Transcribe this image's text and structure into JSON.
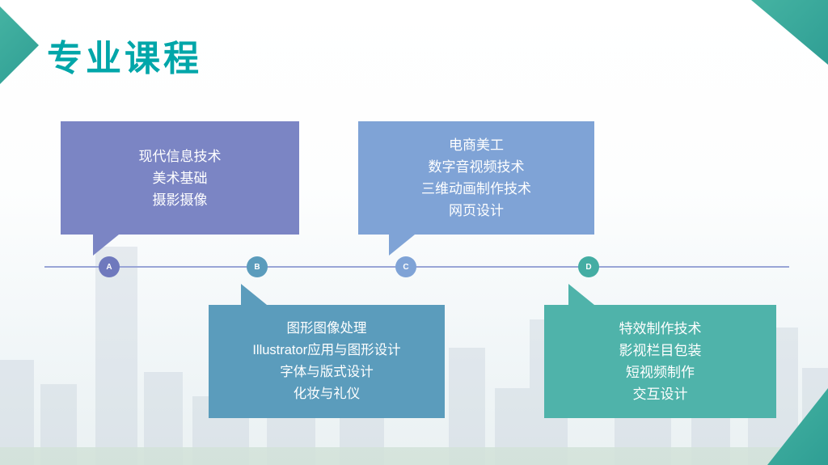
{
  "slide": {
    "title": "专业课程"
  },
  "colors": {
    "title": "#00a6a9",
    "accent_teal": "#3aa99c",
    "timeline_line": "#99a5d6",
    "box_a": "#7b85c4",
    "box_b": "#5b9cbc",
    "box_c": "#7fa3d6",
    "box_d": "#4fb3aa"
  },
  "timeline": {
    "nodes": [
      {
        "label": "A"
      },
      {
        "label": "B"
      },
      {
        "label": "C"
      },
      {
        "label": "D"
      }
    ]
  },
  "boxes": {
    "a": {
      "lines": [
        "现代信息技术",
        "美术基础",
        "摄影摄像"
      ]
    },
    "b": {
      "lines": [
        "图形图像处理",
        "Illustrator应用与图形设计",
        "字体与版式设计",
        "化妆与礼仪"
      ]
    },
    "c": {
      "lines": [
        "电商美工",
        "数字音视频技术",
        "三维动画制作技术",
        "网页设计"
      ]
    },
    "d": {
      "lines": [
        "特效制作技术",
        "影视栏目包装",
        "短视频制作",
        "交互设计"
      ]
    }
  }
}
